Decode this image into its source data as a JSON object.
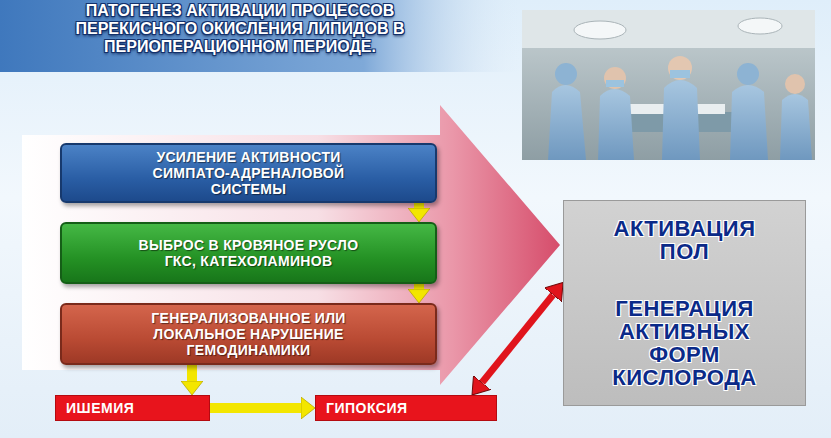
{
  "diagram": {
    "title": "ПАТОГЕНЕЗ АКТИВАЦИИ ПРОЦЕССОВ ПЕРЕКИСНОГО ОКИСЛЕНИЯ ЛИПИДОВ В ПЕРИОПЕРАЦИОННОМ ПЕРИОДЕ.",
    "nodes": [
      {
        "text": [
          "УСИЛЕНИЕ АКТИВНОСТИ СИМПАТО-АДРЕНАЛОВОЙ СИСТЕМЫ"
        ]
      },
      {
        "text": [
          "ВЫБРОС В КРОВЯНОЕ РУСЛО ГКС, КАТЕХОЛАМИНОВ"
        ]
      },
      {
        "text": [
          "ГЕНЕРАЛИЗОВАННОЕ ИЛИ ЛОКАЛЬНОЕ НАРУШЕНИЕ ГЕМОДИНАМИКИ"
        ]
      },
      {
        "text": [
          "ИШЕМИЯ"
        ]
      },
      {
        "text": [
          "ГИПОКСИЯ"
        ]
      },
      {
        "text": [
          "АКТИВАЦИЯ ПОЛ",
          "ГЕНЕРАЦИЯ АКТИВНЫХ ФОРМ КИСЛОРОДА"
        ]
      }
    ],
    "edges": [
      {
        "from": 0,
        "to": 1,
        "arrow": "to"
      },
      {
        "from": 1,
        "to": 2,
        "arrow": "to"
      },
      {
        "from": 2,
        "to": 3,
        "arrow": "to"
      },
      {
        "from": 3,
        "to": 4,
        "arrow": "to"
      },
      {
        "from": 4,
        "to": 5,
        "arrow": "both"
      }
    ]
  }
}
